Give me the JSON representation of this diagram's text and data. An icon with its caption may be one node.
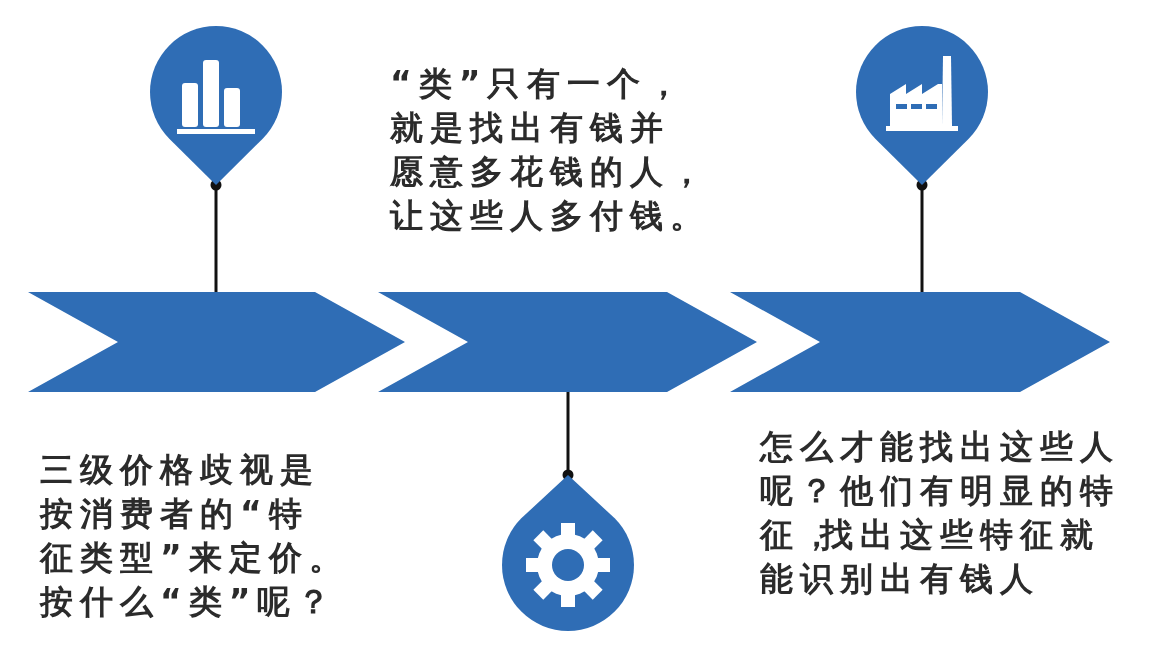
{
  "diagram": {
    "nodes": [
      {
        "text": [],
        "shape": "chevron"
      },
      {
        "text": [],
        "shape": "chevron"
      },
      {
        "text": [],
        "shape": "chevron"
      },
      {
        "text": [],
        "shape": "pin"
      },
      {
        "text": [],
        "shape": "pin"
      },
      {
        "text": [],
        "shape": "pin"
      }
    ],
    "edges": [
      {
        "from": 3,
        "to": 0,
        "arrow": "other"
      },
      {
        "from": 4,
        "to": 1,
        "arrow": "other"
      },
      {
        "from": 5,
        "to": 2,
        "arrow": "other"
      }
    ],
    "labels": [
      "“类”只有一个，就是找出有钱并愿意多花钱的人，让这些人多付钱。",
      "三级价格歧视是按消费者的“特征类型”来定价。按什么“类”呢？",
      "怎么才能找出这些人呢？他们有明显的特征，找出这些特征就能识别出有钱人"
    ]
  }
}
